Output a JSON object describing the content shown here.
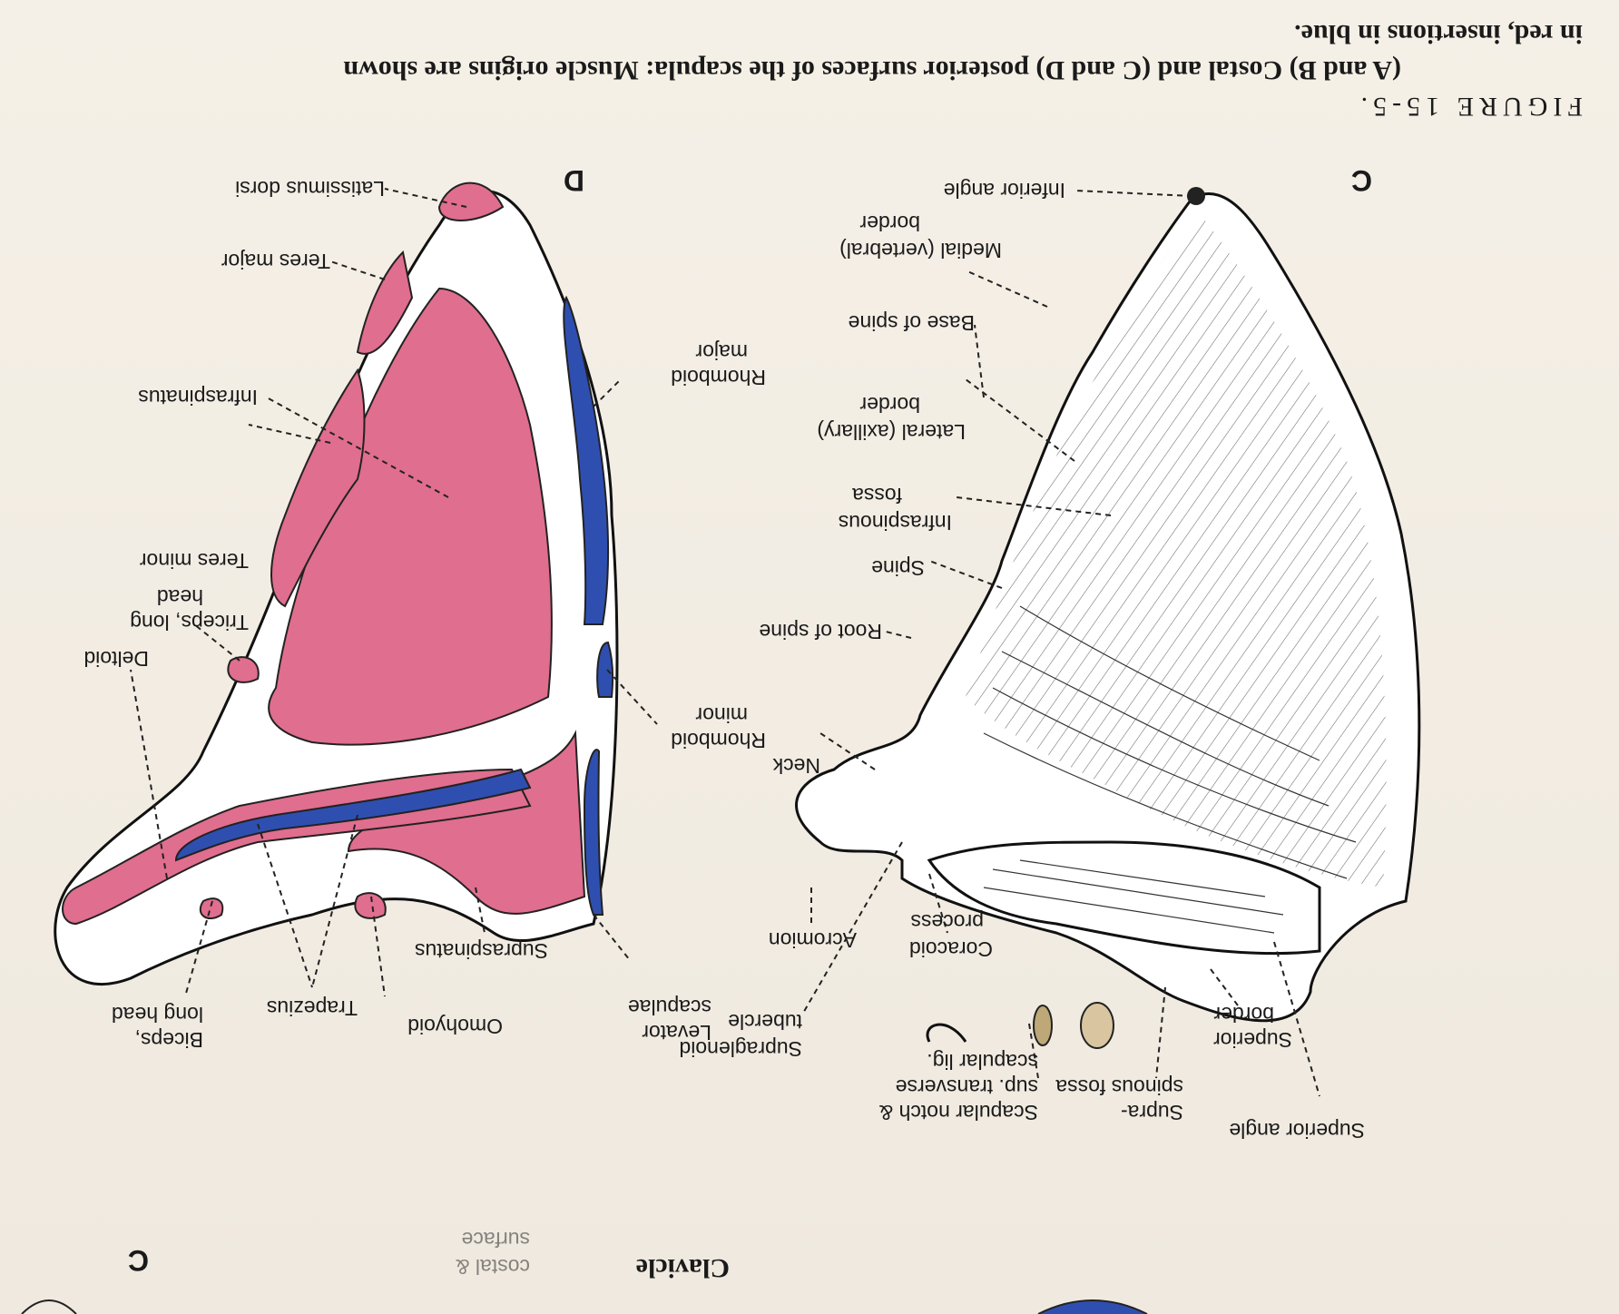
{
  "figure": {
    "number": "FIGURE 15-5.",
    "caption_line1": "(A and B) Costal and (C and D) posterior surfaces of the scapula: Muscle origins are shown",
    "caption_line2": "in red, insertions in blue."
  },
  "colors": {
    "origin": "#e06e8e",
    "insertion": "#2f4fb0",
    "bone_fill": "#ffffff",
    "outline": "#111111"
  },
  "panel_c": {
    "letter": "C",
    "labels": {
      "inferior_angle": "Inferior angle",
      "medial_border_1": "Medial (vertebral)",
      "medial_border_2": "border",
      "base_of_spine": "Base of spine",
      "lateral_border_1": "Lateral (axillary)",
      "lateral_border_2": "border",
      "infraspinous_1": "Infraspinous",
      "infraspinous_2": "fossa",
      "spine": "Spine",
      "root_of_spine": "Root of spine",
      "neck": "Neck",
      "acromion": "Acromion",
      "coracoid_1": "Coracoid",
      "coracoid_2": "process",
      "supraglenoid_1": "Supraglenoid",
      "supraglenoid_2": "tubercle",
      "scap_notch_1": "Scapular notch &",
      "scap_notch_2": "sup. transverse",
      "scap_notch_3": "scapular lig.",
      "suprasp_fossa_1": "Supra-",
      "suprasp_fossa_2": "spinous fossa",
      "superior_border_1": "Superior",
      "superior_border_2": "border",
      "superior_angle": "Superior angle"
    }
  },
  "panel_d": {
    "letter": "D",
    "labels": {
      "latissimus": "Latissimus dorsi",
      "teres_major": "Teres major",
      "rhomboid_major_1": "Rhomboid",
      "rhomboid_major_2": "major",
      "infraspinatus": "Infraspinatus",
      "teres_minor": "Teres minor",
      "triceps_1": "Triceps, long",
      "triceps_2": "head",
      "rhomboid_minor_1": "Rhomboid",
      "rhomboid_minor_2": "minor",
      "deltoid": "Deltoid",
      "supraspinatus": "Supraspinatus",
      "trapezius": "Trapezius",
      "levator_1": "Levator",
      "levator_2": "scapulae",
      "omohyoid": "Omohyoid",
      "biceps_1": "Biceps,",
      "biceps_2": "long head"
    }
  },
  "bottom_fragment": {
    "clavicle": "Clavicle",
    "costal": "costal &",
    "lateral_sur": "surface",
    "letter_c": "C"
  }
}
